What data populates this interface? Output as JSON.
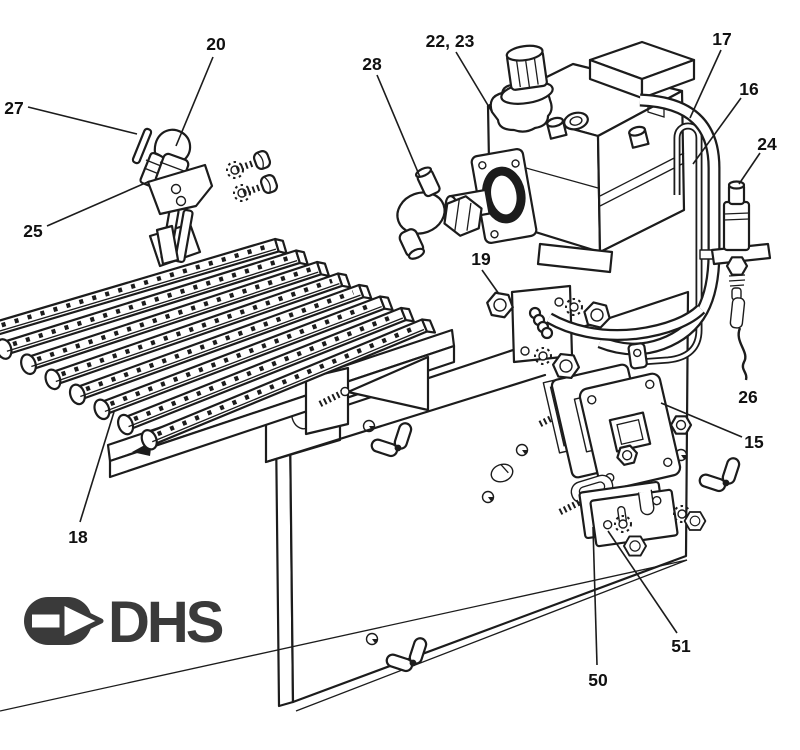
{
  "diagram": {
    "title": "exploded-parts-diagram",
    "background": "#ffffff",
    "ink_color": "#1c1c1c",
    "labels": [
      {
        "id": "20",
        "text": "20"
      },
      {
        "id": "27",
        "text": "27"
      },
      {
        "id": "25",
        "text": "25"
      },
      {
        "id": "28",
        "text": "28"
      },
      {
        "id": "22-23",
        "text": "22, 23"
      },
      {
        "id": "17",
        "text": "17"
      },
      {
        "id": "16",
        "text": "16"
      },
      {
        "id": "24",
        "text": "24"
      },
      {
        "id": "19",
        "text": "19"
      },
      {
        "id": "26",
        "text": "26"
      },
      {
        "id": "15",
        "text": "15"
      },
      {
        "id": "18",
        "text": "18"
      },
      {
        "id": "50",
        "text": "50"
      },
      {
        "id": "51",
        "text": "51"
      }
    ]
  },
  "logo": {
    "text": "DHS",
    "color": "#3a3a3a",
    "icon": "right-arrow-icon"
  }
}
